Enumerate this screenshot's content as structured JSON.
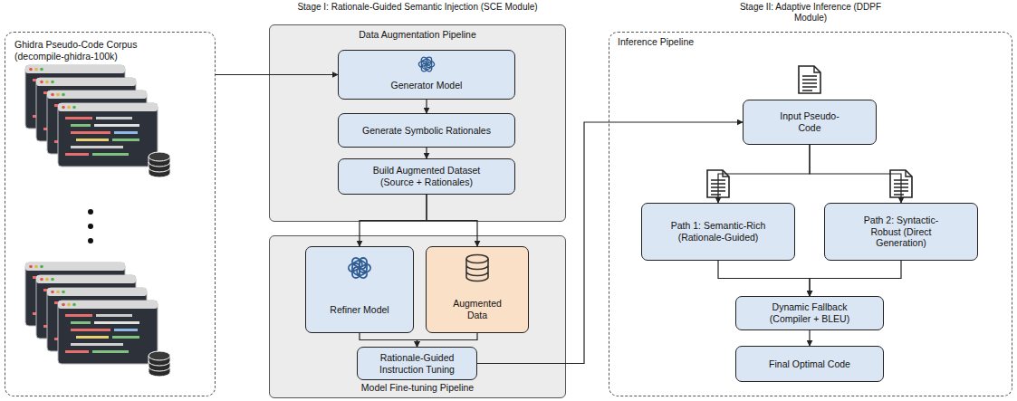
{
  "diagram": {
    "nodes": [
      {
        "text": [
          "Ghidra Pseudo-Code Corpus (decompile-ghidra-100k)"
        ]
      },
      {
        "text": [
          "Data Augmentation Pipeline"
        ]
      },
      {
        "text": [
          "Generator Model"
        ],
        "in": 1
      },
      {
        "text": [
          "Generate Symbolic Rationales"
        ],
        "in": 1
      },
      {
        "text": [
          "Build Augmented Dataset (Source + Rationales)"
        ],
        "in": 1
      },
      {
        "text": [
          "Model Fine-tuning Pipeline"
        ]
      },
      {
        "text": [
          "Refiner Model"
        ],
        "in": 5
      },
      {
        "text": [
          "Augmented Data"
        ],
        "in": 5
      },
      {
        "text": [
          "Rationale-Guided Instruction Tuning"
        ],
        "in": 5
      },
      {
        "text": [
          "Inference Pipeline"
        ]
      },
      {
        "text": [
          "Input Pseudo-Code"
        ],
        "in": 9
      },
      {
        "text": [
          "Path 1: Semantic-Rich (Rationale-Guided)"
        ],
        "in": 9
      },
      {
        "text": [
          "Path 2: Syntactic-Robust (Direct Generation)"
        ],
        "in": 9
      },
      {
        "text": [
          "Dynamic Fallback (Compiler + BLEU)"
        ],
        "in": 9
      },
      {
        "text": [
          "Final Optimal Code"
        ],
        "in": 9
      }
    ],
    "edges": [
      {
        "from": 0,
        "to": 2,
        "arrow": "to"
      },
      {
        "from": 2,
        "to": 3,
        "arrow": "to"
      },
      {
        "from": 3,
        "to": 4,
        "arrow": "to"
      },
      {
        "from": 4,
        "to": 6,
        "arrow": "to"
      },
      {
        "from": 4,
        "to": 7,
        "arrow": "to"
      },
      {
        "from": 6,
        "to": 8,
        "arrow": "to"
      },
      {
        "from": 7,
        "to": 8,
        "arrow": "to"
      },
      {
        "from": 8,
        "to": 10,
        "arrow": "to"
      },
      {
        "from": 10,
        "to": 11,
        "arrow": "to"
      },
      {
        "from": 10,
        "to": 12,
        "arrow": "to"
      },
      {
        "from": 11,
        "to": 13,
        "arrow": "to"
      },
      {
        "from": 12,
        "to": 13,
        "arrow": "to"
      },
      {
        "from": 13,
        "to": 14,
        "arrow": "to"
      }
    ],
    "labels": [
      "Stage I: Rationale-Guided Semantic Injection (SCE Module)",
      "Stage II: Adaptive Inference (DDPF Module)"
    ]
  }
}
